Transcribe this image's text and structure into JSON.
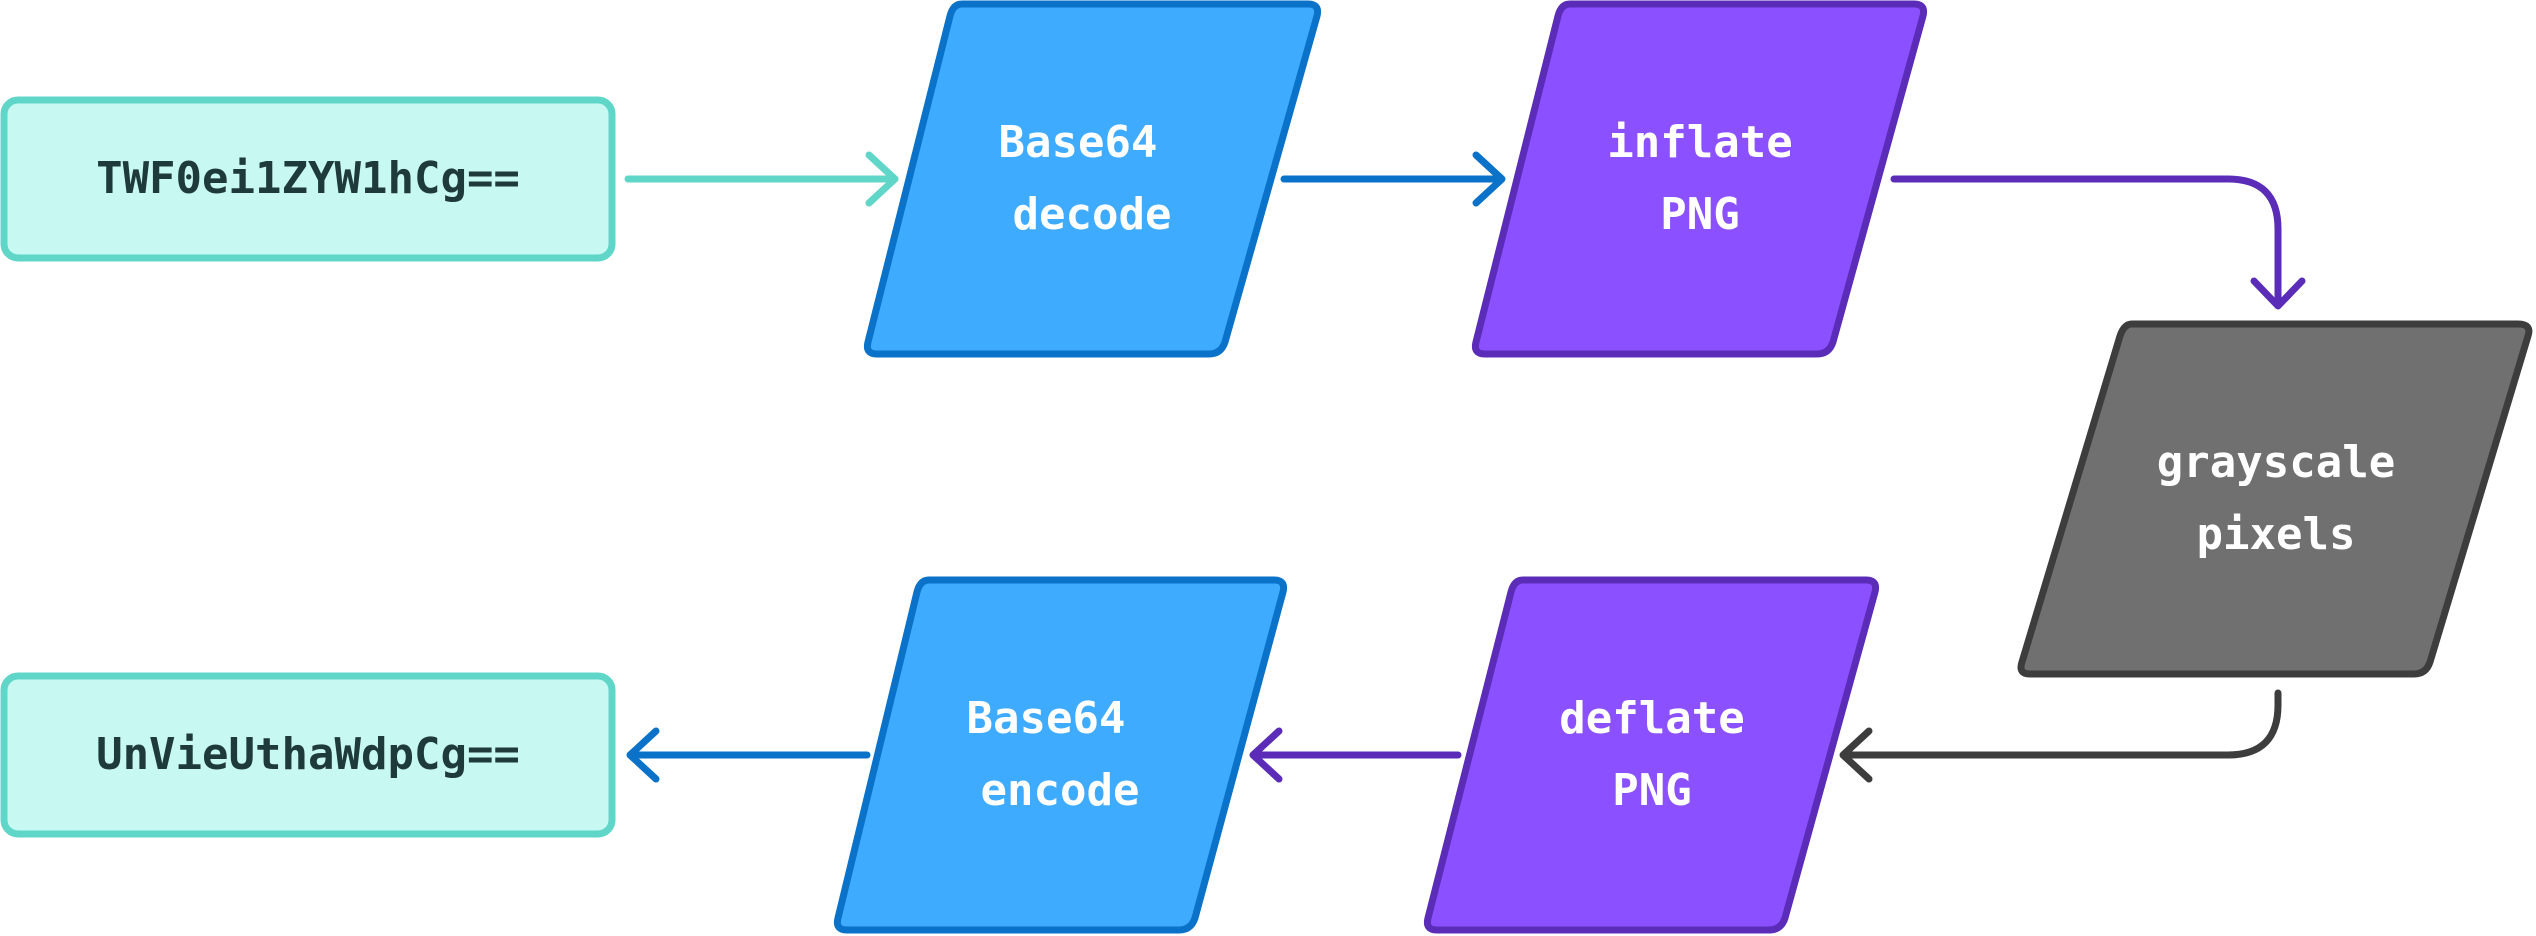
{
  "nodes": {
    "input": {
      "label": "TWF0ei1ZYW1hCg=="
    },
    "b64decode": {
      "line1": "Base64",
      "line2": "decode"
    },
    "inflate": {
      "line1": "inflate",
      "line2": "PNG"
    },
    "grayscale": {
      "line1": "grayscale",
      "line2": "pixels"
    },
    "deflate": {
      "line1": "deflate",
      "line2": "PNG"
    },
    "b64encode": {
      "line1": "Base64",
      "line2": "encode"
    },
    "output": {
      "label": "UnVieUthaWdpCg=="
    }
  },
  "colors": {
    "teal_fill": "#c8f8f2",
    "teal_stroke": "#5fd6c8",
    "blue_fill": "#3eabff",
    "blue_stroke": "#0a72c8",
    "purple_fill": "#8b50ff",
    "purple_stroke": "#5a2cb8",
    "gray_fill": "#707070",
    "gray_stroke": "#3d3d3d"
  }
}
